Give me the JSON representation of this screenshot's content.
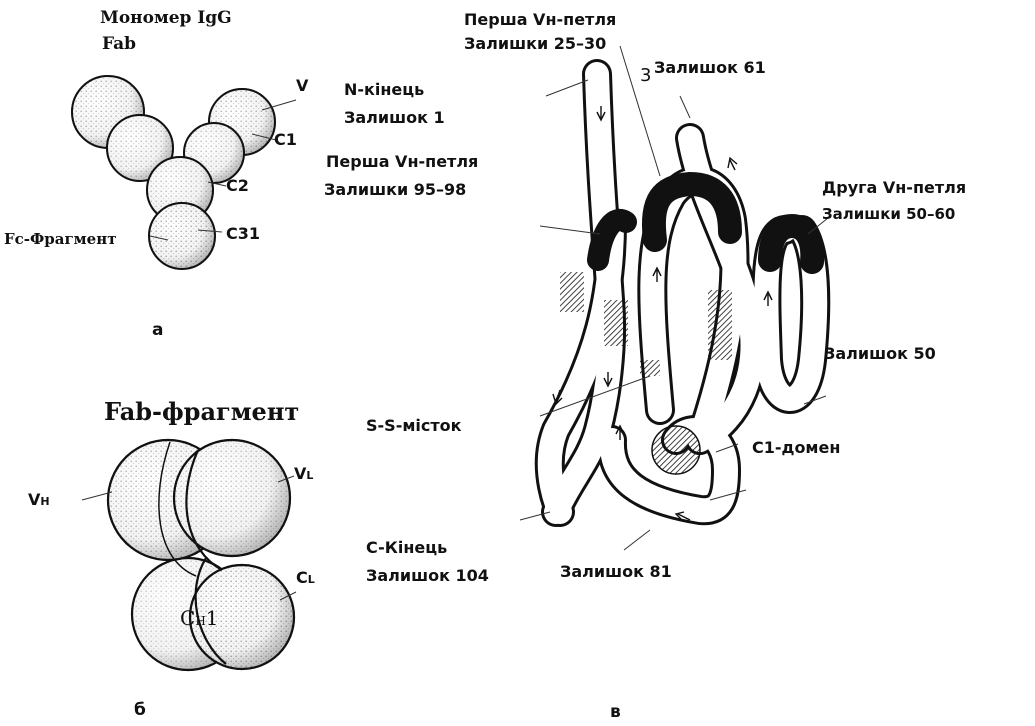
{
  "panel_a": {
    "header1": "Мономер IgG",
    "header2": "Fab",
    "label_v": "V",
    "label_c1": "C1",
    "label_c2": "C2",
    "label_c3": "C3",
    "label_c3_suffix": "1",
    "label_fc": "Fc-Фрагмент",
    "letter": "а"
  },
  "panel_b": {
    "title": "Fab-фрагмент",
    "label_vh": "V",
    "label_vh_sub": "H",
    "label_vl": "V",
    "label_vl_sub": "L",
    "label_cl": "C",
    "label_cl_sub": "L",
    "center_c": "C",
    "center_sub": "H",
    "center_num": "1",
    "letter": "б"
  },
  "panel_c": {
    "loop1_title": "Перша Vн-петля",
    "loop1_range": "Залишки 25–30",
    "stray_3": "3",
    "residue61": "Залишок 61",
    "n_term": "N-кінець",
    "residue1": "Залишок 1",
    "loop3_title": "Перша Vн-петля",
    "loop3_range": "Залишки 95–98",
    "loop2_title": "Друга Vн-петля",
    "loop2_range": "Залишки 50–60",
    "residue50": "Залишок 50",
    "ss_bridge": "S-S-місток",
    "c1_domain": "C1-домен",
    "c_term": "C-Кінець",
    "residue104": "Залишок 104",
    "residue81": "Залишок 81",
    "letter": "в"
  }
}
